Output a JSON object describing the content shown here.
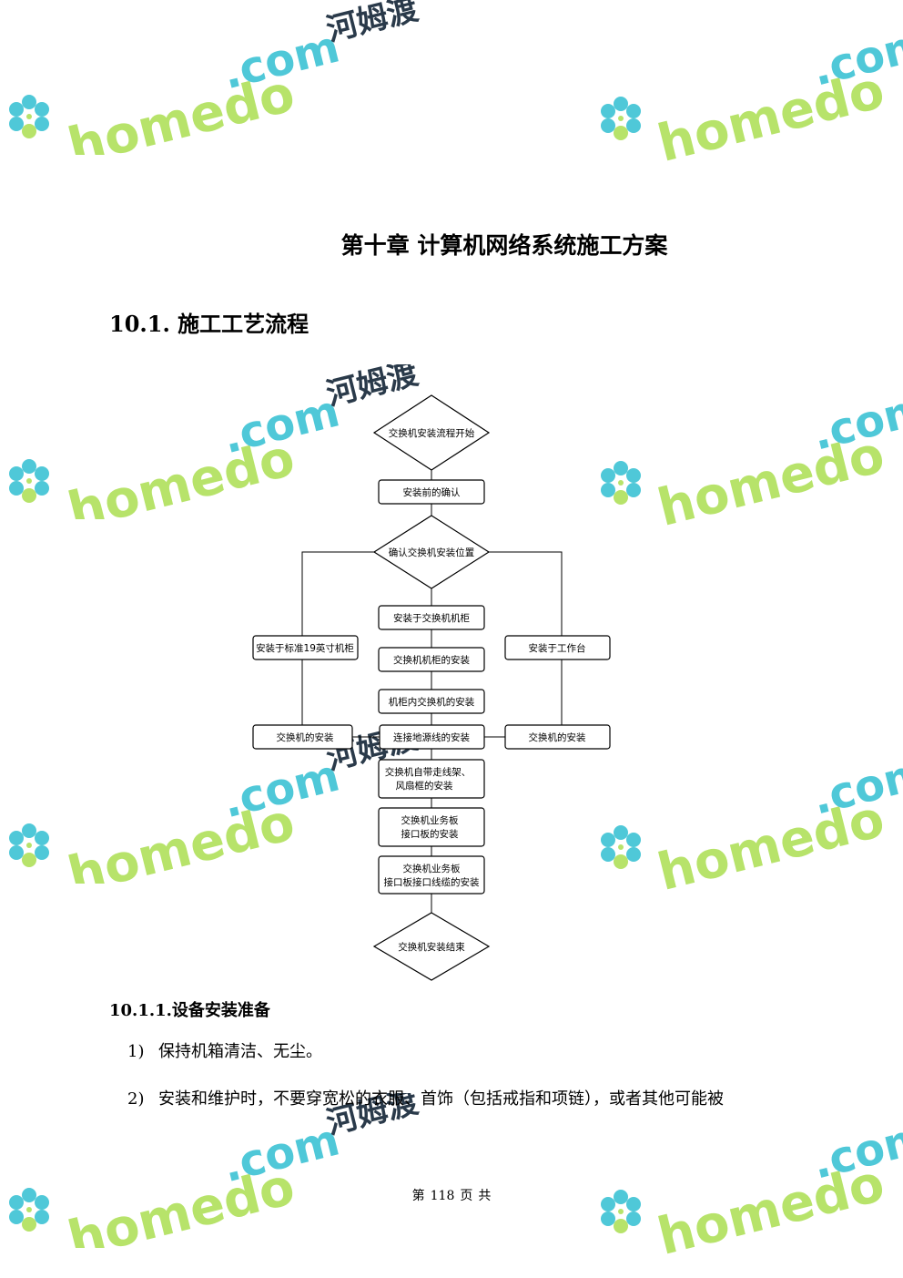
{
  "chapter_title": "第十章  计算机网络系统施工方案",
  "section_title": "10.1. 施工工艺流程",
  "flowchart": {
    "start": "交换机安装流程开始",
    "confirm": "安装前的确认",
    "decision": "确认交换机安装位置",
    "left_branch": "安装于标准19英寸机柜",
    "right_branch": "安装于工作台",
    "center_branch": "安装于交换机机柜",
    "cabinet_install": "交换机机柜的安装",
    "switch_in_cabinet": "机柜内交换机的安装",
    "left_switch": "交换机的安装",
    "right_switch": "交换机的安装",
    "ground_cable": "连接地源线的安装",
    "rack_line1": "交换机自带走线架、",
    "rack_line2": "风扇框的安装",
    "board_line1": "交换机业务板",
    "board_line2": "接口板的安装",
    "cable_line1": "交换机业务板",
    "cable_line2": "接口板接口线缆的安装",
    "end": "交换机安装结束"
  },
  "subsection_title": "10.1.1.设备安装准备",
  "list": [
    {
      "num": "1)",
      "text": "保持机箱清洁、无尘。"
    },
    {
      "num": "2)",
      "text": "安装和维护时，不要穿宽松的衣服、首饰（包括戒指和项链），或者其他可能被"
    }
  ],
  "footer": {
    "label1": "第",
    "page": "118",
    "label2": "页",
    "label3": "共"
  },
  "watermark": {
    "brand": "homedo",
    "dot_com": ".com",
    "cn": "河姆渡"
  },
  "colors": {
    "watermark_green": "#b7e36a",
    "watermark_teal": "#4fc8d8",
    "watermark_dark": "#2a3a4a"
  }
}
